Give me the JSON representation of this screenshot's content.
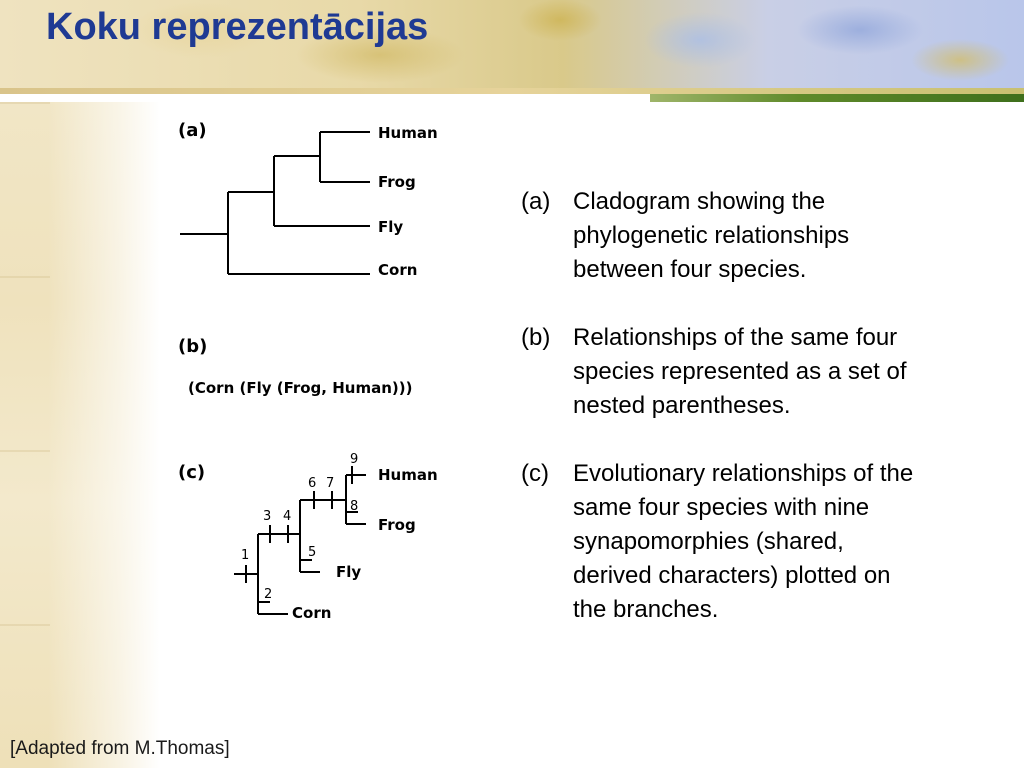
{
  "slide": {
    "title": "Koku reprezentācijas",
    "footer": "[Adapted from M.Thomas]"
  },
  "figure": {
    "panel_a": {
      "label": "(a)",
      "taxa": [
        "Human",
        "Frog",
        "Fly",
        "Corn"
      ]
    },
    "panel_b": {
      "label": "(b)",
      "newick": "(Corn (Fly (Frog, Human)))"
    },
    "panel_c": {
      "label": "(c)",
      "taxa": [
        "Human",
        "Frog",
        "Fly",
        "Corn"
      ],
      "synapomorphies": [
        "1",
        "2",
        "3",
        "4",
        "5",
        "6",
        "7",
        "8",
        "9"
      ]
    }
  },
  "descriptions": [
    {
      "label": "(a)",
      "text": "Cladogram showing the phylogenetic relationships between four species."
    },
    {
      "label": "(b)",
      "text": "Relationships of the same four species represented as a set of nested parentheses."
    },
    {
      "label": "(c)",
      "text": "Evolutionary relationships of the same four species with nine synapomorphies (shared, derived characters) plotted on the branches."
    }
  ]
}
